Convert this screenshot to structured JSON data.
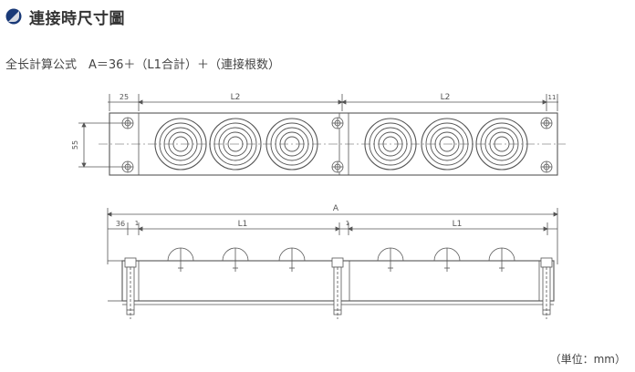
{
  "section": {
    "title": "連接時尺寸圖",
    "icon": "pen-icon",
    "accent": "#1a3a78",
    "formula": "全长計算公式　A＝36＋（L1合計）＋（連接根数）"
  },
  "diagram": {
    "line_color": "#555555",
    "top_view": {
      "dim_left": "25",
      "dim_l2_a": "L2",
      "dim_l2_b": "L2",
      "dim_right": "11",
      "dim_height": "55"
    },
    "side_view": {
      "dim_total": "A",
      "dim_left": "36",
      "dim_gap_1": "1",
      "dim_l1_a": "L1",
      "dim_gap_2": "1",
      "dim_l1_b": "L1"
    }
  },
  "footer": {
    "units": "（単位：mm）"
  }
}
